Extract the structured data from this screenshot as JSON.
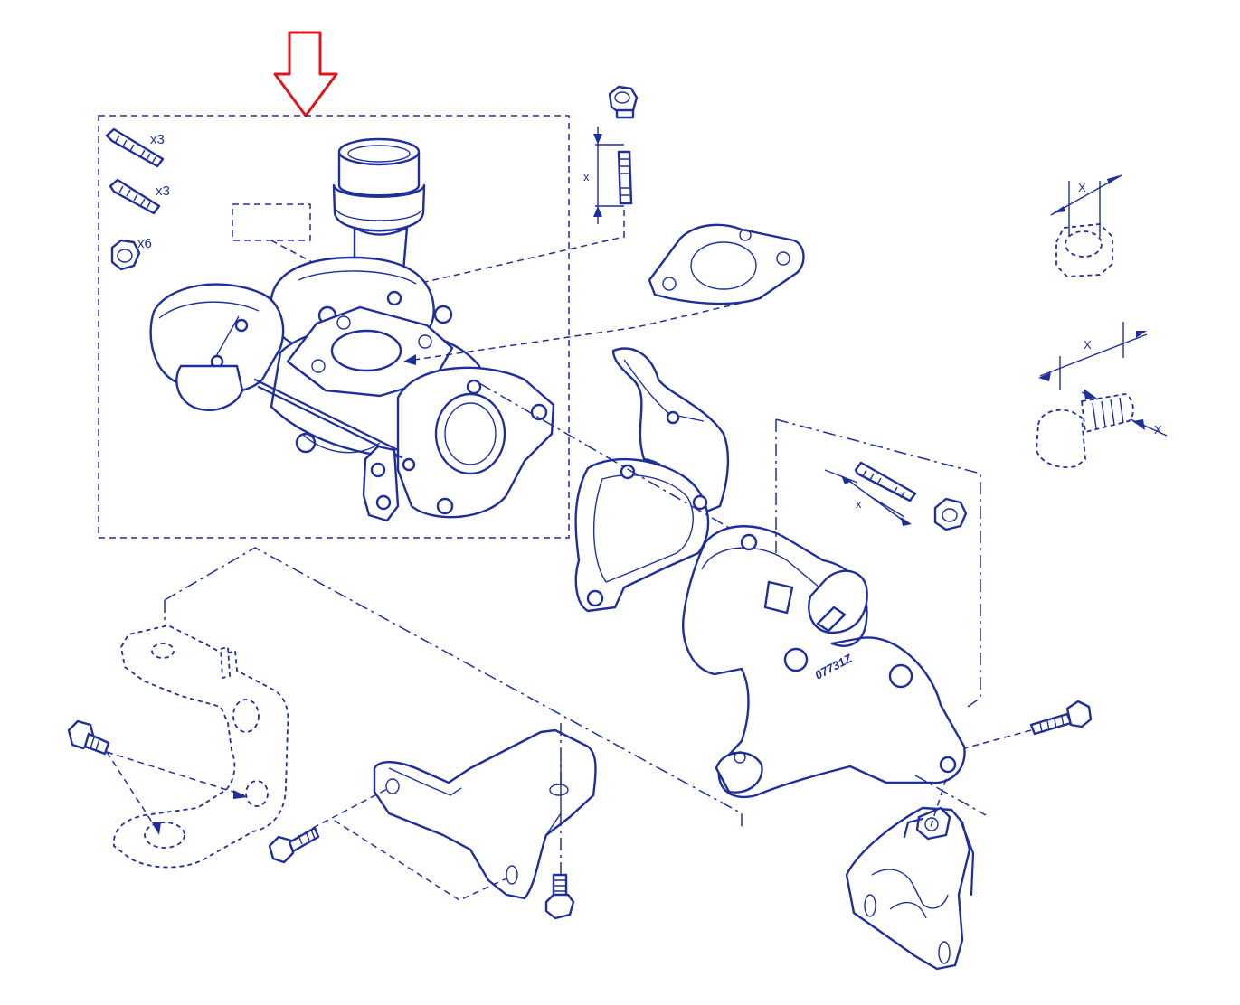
{
  "labels": {
    "studs_long_qty": "x3",
    "studs_short_qty": "x3",
    "nuts_qty": "x6",
    "dim_stud_top": "x",
    "dim_nut_ghost": "X",
    "dim_bolt_ghost_top": "X",
    "dim_bolt_ghost_side": "X",
    "dim_stud_right": "x",
    "manifold_part_number": "07731Z"
  },
  "colors": {
    "line": "#1e2f9c",
    "highlight_arrow": "#e0141e",
    "background": "#ffffff"
  }
}
